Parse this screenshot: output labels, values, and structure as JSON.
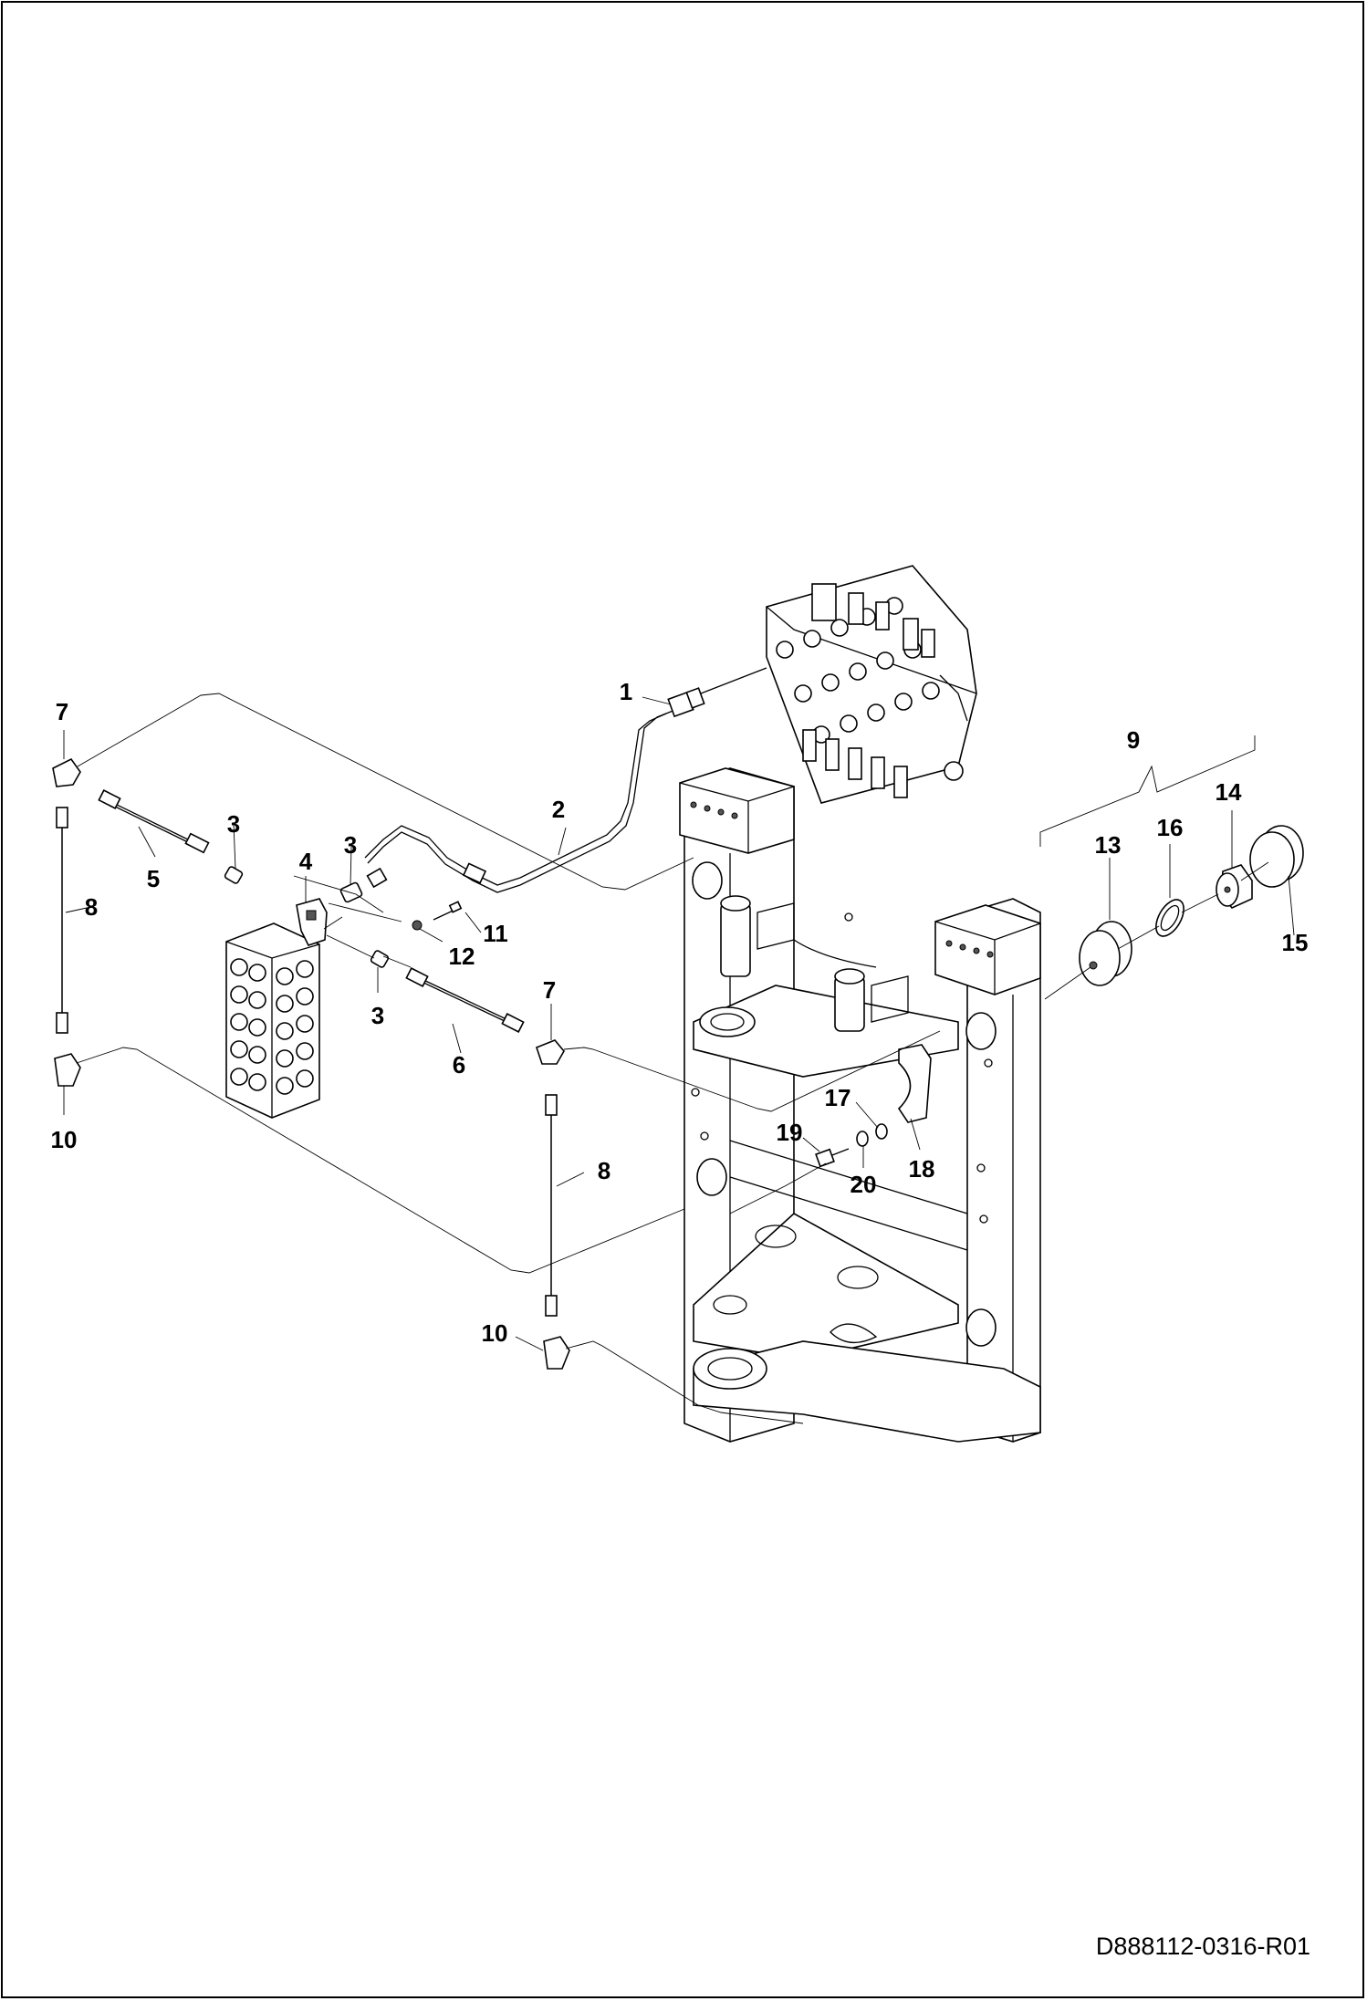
{
  "drawing_number": "D888112-0316-R01",
  "callouts": {
    "c1": "1",
    "c2": "2",
    "c3a": "3",
    "c3b": "3",
    "c3c": "3",
    "c4": "4",
    "c5": "5",
    "c6": "6",
    "c7a": "7",
    "c7b": "7",
    "c8a": "8",
    "c8b": "8",
    "c9": "9",
    "c10a": "10",
    "c10b": "10",
    "c11": "11",
    "c12": "12",
    "c13": "13",
    "c14": "14",
    "c15": "15",
    "c16": "16",
    "c17": "17",
    "c18": "18",
    "c19": "19",
    "c20": "20"
  }
}
